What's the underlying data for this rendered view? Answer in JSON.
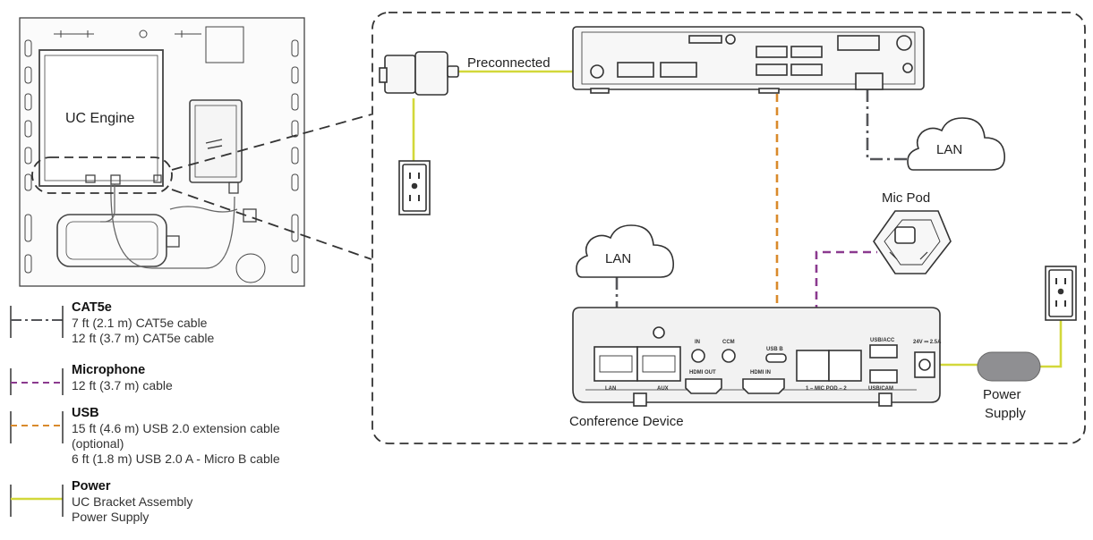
{
  "labels": {
    "uc_engine": "UC Engine",
    "preconnected": "Preconnected",
    "lan_top": "LAN",
    "lan_bottom": "LAN",
    "mic_pod": "Mic Pod",
    "conference_device": "Conference Device",
    "power_supply_line1": "Power",
    "power_supply_line2": "Supply"
  },
  "device_ports": {
    "lan": "LAN",
    "aux": "AUX",
    "in": "IN",
    "ccm": "CCM",
    "hdmi_out": "HDMI OUT",
    "hdmi_in": "HDMI IN",
    "usb_b": "USB B",
    "mic_pod": "1 – MIC POD – 2",
    "usb_acc": "USB/ACC",
    "usb_cam": "USB/CAM",
    "dc_in": "24V ⎓ 2.5A"
  },
  "legend": [
    {
      "id": "cat5e",
      "title": "CAT5e",
      "lines": [
        "7 ft (2.1 m) CAT5e cable",
        "12 ft (3.7 m) CAT5e cable"
      ],
      "color": "#55565a",
      "style": "dash-dot"
    },
    {
      "id": "microphone",
      "title": "Microphone",
      "lines": [
        "12 ft (3.7 m) cable"
      ],
      "color": "#8b3a8f",
      "style": "dashed"
    },
    {
      "id": "usb",
      "title": "USB",
      "lines": [
        "15 ft (4.6 m) USB 2.0 extension cable",
        "(optional)",
        "6 ft (1.8 m) USB 2.0 A - Micro B cable"
      ],
      "color": "#d98a2b",
      "style": "dashed"
    },
    {
      "id": "power",
      "title": "Power",
      "lines": [
        "UC Bracket Assembly",
        "Power Supply"
      ],
      "color": "#d2d83a",
      "style": "solid"
    }
  ],
  "colors": {
    "cat5e": "#55565a",
    "microphone": "#8b3a8f",
    "usb": "#d98a2b",
    "power": "#d2d83a",
    "outline": "#333333",
    "device_fill": "#f2f2f2"
  }
}
